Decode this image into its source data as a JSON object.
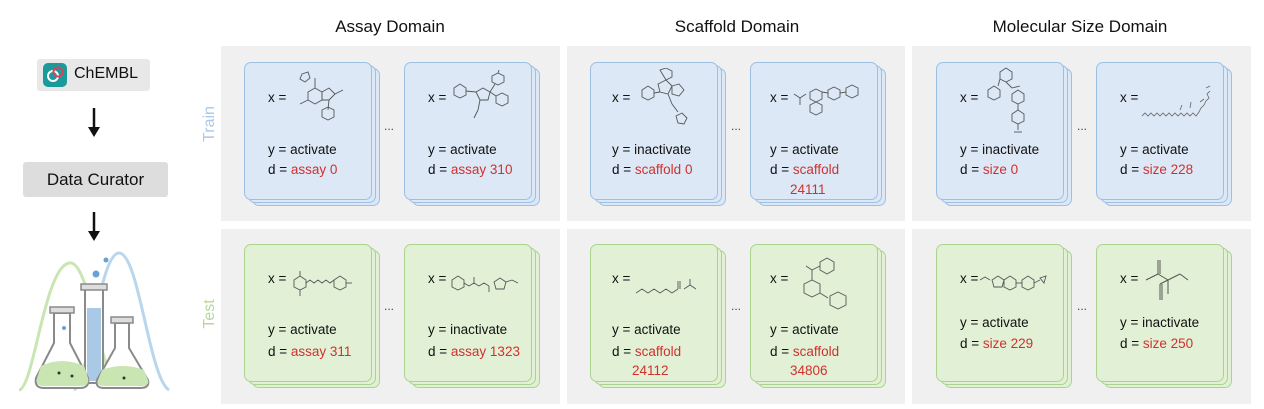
{
  "left": {
    "source_label": "ChEMBL",
    "curator_label": "Data Curator"
  },
  "columns": [
    {
      "title": "Assay Domain"
    },
    {
      "title": "Scaffold Domain"
    },
    {
      "title": "Molecular Size Domain"
    }
  ],
  "rows": {
    "train_label": "Train",
    "test_label": "Test"
  },
  "ellipsis": "...",
  "x_label": "x =",
  "cards": {
    "train": [
      [
        {
          "y": "y = activate",
          "d_prefix": "d = ",
          "d_value": "assay 0"
        },
        {
          "y": "y = activate",
          "d_prefix": "d = ",
          "d_value": "assay 310"
        }
      ],
      [
        {
          "y": "y = inactivate",
          "d_prefix": "d = ",
          "d_value": "scaffold 0"
        },
        {
          "y": "y = activate",
          "d_prefix": "d = ",
          "d_value": "scaffold",
          "d_value2": "24111"
        }
      ],
      [
        {
          "y": "y = inactivate",
          "d_prefix": "d = ",
          "d_value": "size 0"
        },
        {
          "y": "y = activate",
          "d_prefix": "d = ",
          "d_value": "size 228"
        }
      ]
    ],
    "test": [
      [
        {
          "y": "y = activate",
          "d_prefix": "d = ",
          "d_value": "assay 311"
        },
        {
          "y": "y = inactivate",
          "d_prefix": "d = ",
          "d_value": "assay 1323"
        }
      ],
      [
        {
          "y": "y = activate",
          "d_prefix": "d = ",
          "d_value": "scaffold",
          "d_value2": "24112"
        },
        {
          "y": "y = activate",
          "d_prefix": "d = ",
          "d_value": "scaffold",
          "d_value2": "34806"
        }
      ],
      [
        {
          "y": "y = activate",
          "d_prefix": "d = ",
          "d_value": "size 229"
        },
        {
          "y": "y = inactivate",
          "d_prefix": "d = ",
          "d_value": "size 250"
        }
      ]
    ]
  },
  "colors": {
    "train_card": "#dce8f6",
    "train_border": "#9cc0e4",
    "test_card": "#e2f1d6",
    "test_border": "#a9d48e",
    "domain_value": "#d0312d",
    "train_label": "#a9c9e6",
    "test_label": "#b5d99c",
    "panel": "#f0f0f0"
  },
  "icons": [
    "chembl-logo-icon",
    "arrow-down-icon",
    "lab-flasks-icon",
    "molecule-structure-icon"
  ]
}
